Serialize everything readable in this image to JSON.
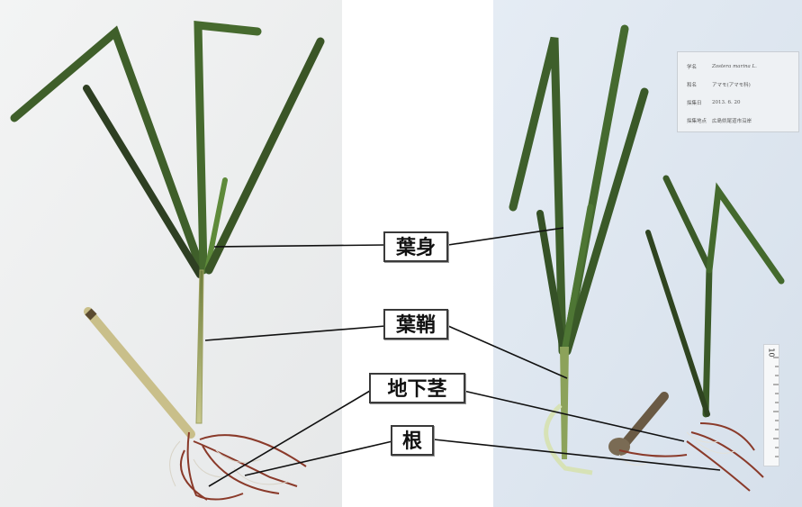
{
  "labels": {
    "leaf_blade": "葉身",
    "leaf_sheath": "葉鞘",
    "rhizome": "地下茎",
    "root": "根"
  },
  "specimen_card": {
    "rows": [
      {
        "key": "学名",
        "value": "Zostera marina L."
      },
      {
        "key": "和名",
        "value": "アマモ(アマモ科)"
      },
      {
        "key": "採集日",
        "value": "2013. 6. 20"
      },
      {
        "key": "採集地点",
        "value": "広島県尾道市沿岸"
      }
    ]
  },
  "scale": {
    "label": "10"
  },
  "colors": {
    "leaf": "#3f5f2a",
    "leaf_dark": "#2f4620",
    "sheath": "#b9b97a",
    "root": "#8a3a2a",
    "left_bg": "#eff0f0",
    "right_bg": "#dfe8f2"
  }
}
